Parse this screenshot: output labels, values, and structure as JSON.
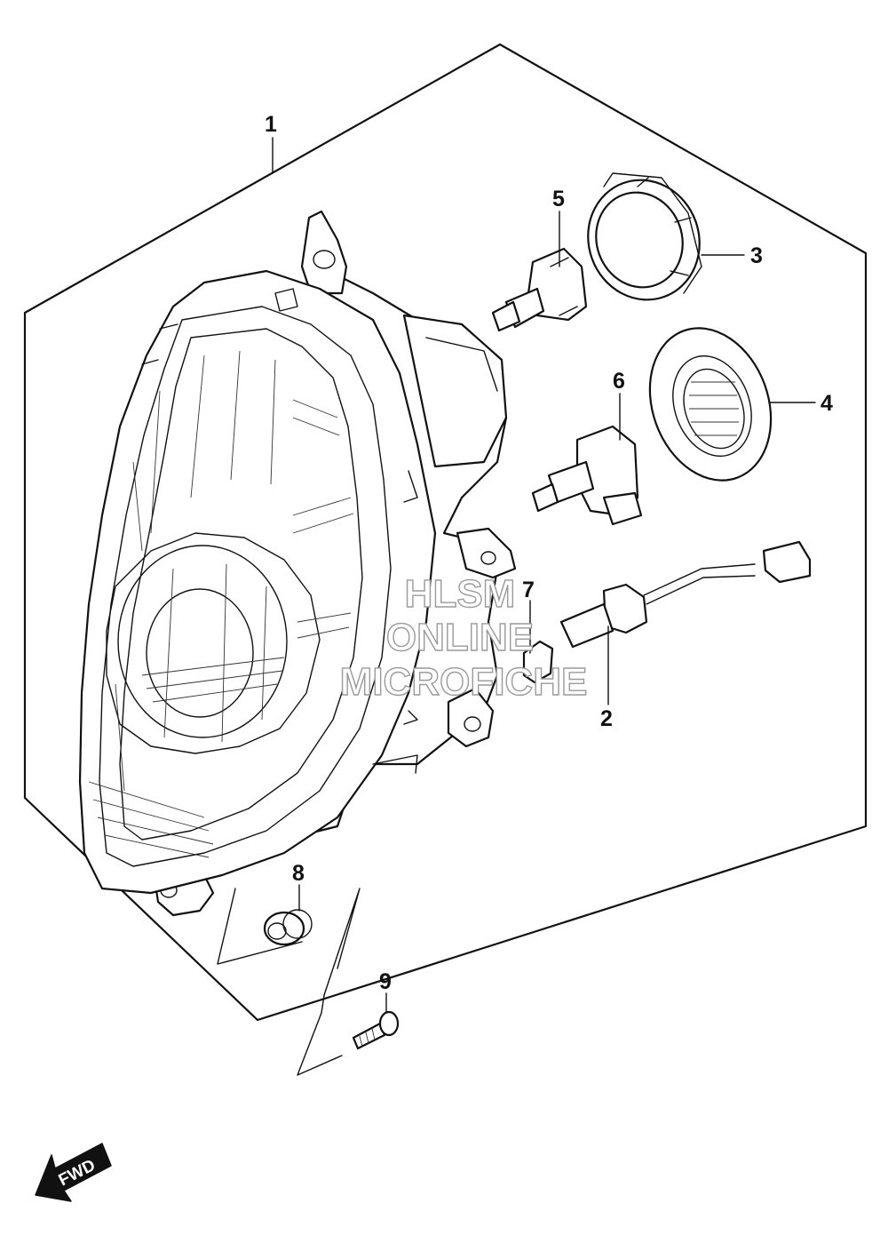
{
  "callouts": {
    "c1": "1",
    "c2": "2",
    "c3": "3",
    "c4": "4",
    "c5": "5",
    "c6": "6",
    "c7": "7",
    "c8": "8",
    "c9": "9"
  },
  "watermark": {
    "line1": "HLSM",
    "line2": "ONLINE",
    "line3": "MICROFICHE"
  },
  "direction_arrow": {
    "label": "FWD"
  }
}
